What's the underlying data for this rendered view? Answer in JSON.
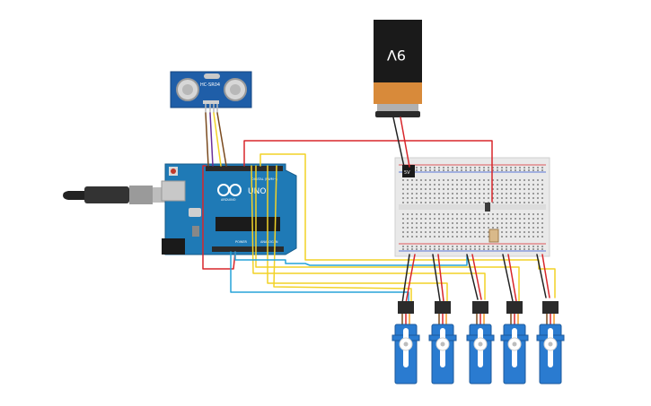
{
  "colors": {
    "background": "#ffffff",
    "arduino_board": "#1f7ab6",
    "breadboard": "#e9e9e9",
    "wire_red": "#d8262b",
    "wire_black": "#222222",
    "wire_yellow": "#f2d227",
    "wire_blue": "#26a3d9",
    "wire_brown": "#7a4a1e",
    "wire_purple": "#6b2f9a",
    "servo_blue": "#2a7bd0",
    "battery_copper": "#d88a3a"
  },
  "sensor": {
    "label": "HC-SR04",
    "icon": "ultrasonic-sensor-icon"
  },
  "battery": {
    "top_label": "9V",
    "icon": "battery-9v-icon"
  },
  "arduino": {
    "model": "UNO",
    "brand": "ARDUINO",
    "header_digital": "DIGITAL (PWM~)",
    "header_power": "POWER",
    "header_analog": "ANALOG IN",
    "icon": "arduino-uno-icon"
  },
  "regulator": {
    "label": "5V",
    "icon": "voltage-regulator-icon"
  },
  "servos": [
    {
      "icon": "micro-servo-icon"
    },
    {
      "icon": "micro-servo-icon"
    },
    {
      "icon": "micro-servo-icon"
    },
    {
      "icon": "micro-servo-icon"
    },
    {
      "icon": "micro-servo-icon"
    }
  ]
}
